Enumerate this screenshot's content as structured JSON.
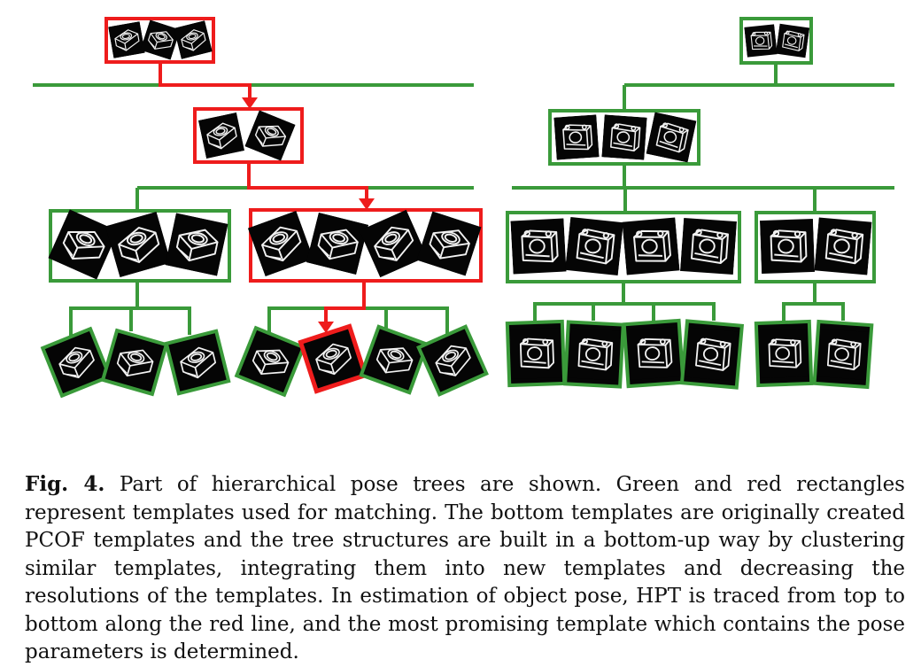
{
  "figure": {
    "colors": {
      "active_path": "#ee1c1c",
      "inactive_path": "#3a9a3a",
      "template_bg": "#050505",
      "template_line": "#f2f2f2"
    },
    "icon": "hierarchical-pose-tree-diagram",
    "trees": [
      {
        "name": "left-tree",
        "levels": 4,
        "traced_path": "red"
      },
      {
        "name": "right-tree",
        "levels": 4,
        "traced_path": "none"
      }
    ]
  },
  "caption": {
    "label": "Fig. 4.",
    "text": "Part of hierarchical pose trees are shown. Green and red rectangles represent templates used for matching. The bottom templates are originally created PCOF templates and the tree structures are built in a bottom-up way by clustering similar templates, integrating them into new templates and decreasing the resolutions of the templates. In estimation of object pose, HPT is traced from top to bottom along the red line, and the most promising template which contains the pose parameters is determined."
  }
}
